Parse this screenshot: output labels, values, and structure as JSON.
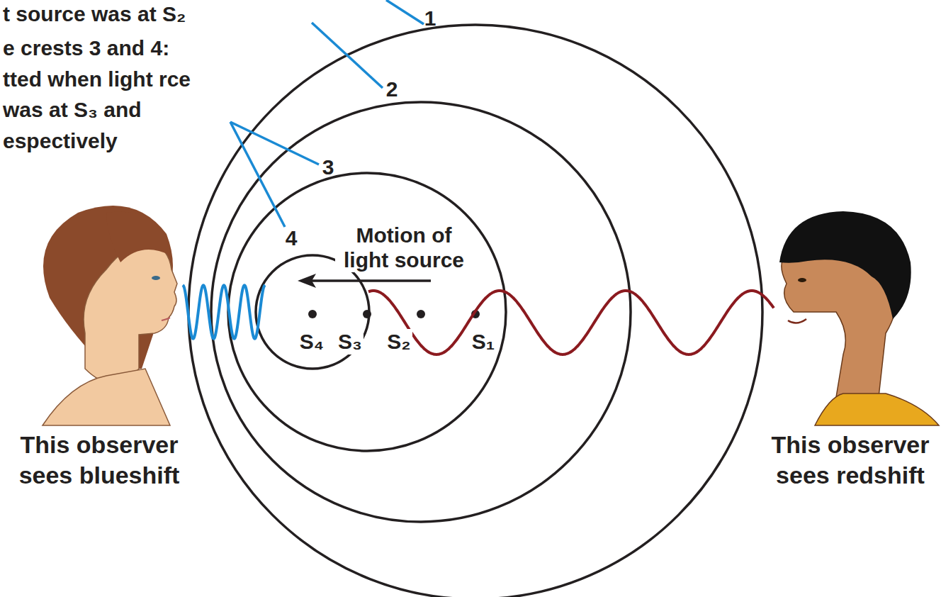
{
  "diagram": {
    "labels": [
      "t source was at S₂",
      "e crests 3 and 4: tted when light rce was at S₃ and espectively",
      "1",
      "2",
      "3",
      "4",
      "Motion of light source",
      "S₄",
      "S₃",
      "S₂",
      "S₁",
      "This observer sees blueshift",
      "This observer sees redshift"
    ]
  }
}
